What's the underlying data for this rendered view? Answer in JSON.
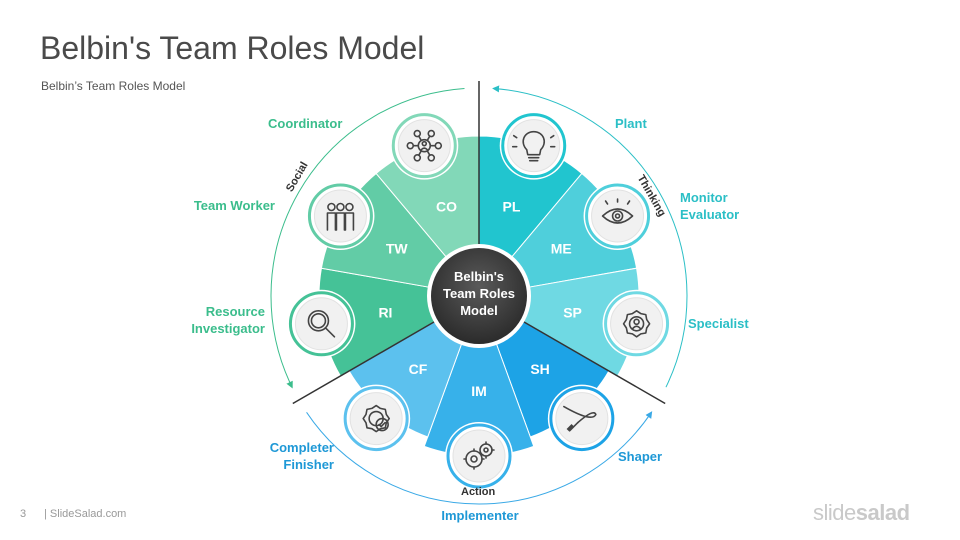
{
  "header": {
    "title": "Belbin's Team Roles Model",
    "subtitle": "Belbin’s  Team Roles Model"
  },
  "center": {
    "line1": "Belbin's",
    "line2": "Team Roles",
    "line3": "Model"
  },
  "groups": {
    "social": "Social",
    "thinking": "Thinking",
    "action": "Action"
  },
  "roles": [
    {
      "abbr": "PL",
      "line1": "Plant",
      "line2": "",
      "color": "#21c5cf",
      "label_color": "#2bbfc6",
      "icon": "lightbulb-icon"
    },
    {
      "abbr": "ME",
      "line1": "Monitor",
      "line2": "Evaluator",
      "color": "#4fcfdb",
      "label_color": "#2bbfc6",
      "icon": "eye-icon"
    },
    {
      "abbr": "SP",
      "line1": "Specialist",
      "line2": "",
      "color": "#6fd9e3",
      "label_color": "#2bbfc6",
      "icon": "gear-user-icon"
    },
    {
      "abbr": "SH",
      "line1": "Shaper",
      "line2": "",
      "color": "#1da3e6",
      "label_color": "#1e98d6",
      "icon": "whip-icon"
    },
    {
      "abbr": "IM",
      "line1": "Implementer",
      "line2": "",
      "color": "#37b1ea",
      "label_color": "#1e98d6",
      "icon": "gears-icon"
    },
    {
      "abbr": "CF",
      "line1": "Completer",
      "line2": "Finisher",
      "color": "#5cc1ee",
      "label_color": "#1e98d6",
      "icon": "gear-check-icon"
    },
    {
      "abbr": "RI",
      "line1": "Resource",
      "line2": "Investigator",
      "color": "#45c297",
      "label_color": "#3bbd8c",
      "icon": "magnifier-icon"
    },
    {
      "abbr": "TW",
      "line1": "Team Worker",
      "line2": "",
      "color": "#62cca6",
      "label_color": "#3bbd8c",
      "icon": "team-icon"
    },
    {
      "abbr": "CO",
      "line1": "Coordinator",
      "line2": "",
      "color": "#82d8b8",
      "label_color": "#3bbd8c",
      "icon": "network-icon"
    }
  ],
  "footer": {
    "page": "3",
    "site": "| SlideSalad.com",
    "brand_a": "slide",
    "brand_b": "salad"
  }
}
